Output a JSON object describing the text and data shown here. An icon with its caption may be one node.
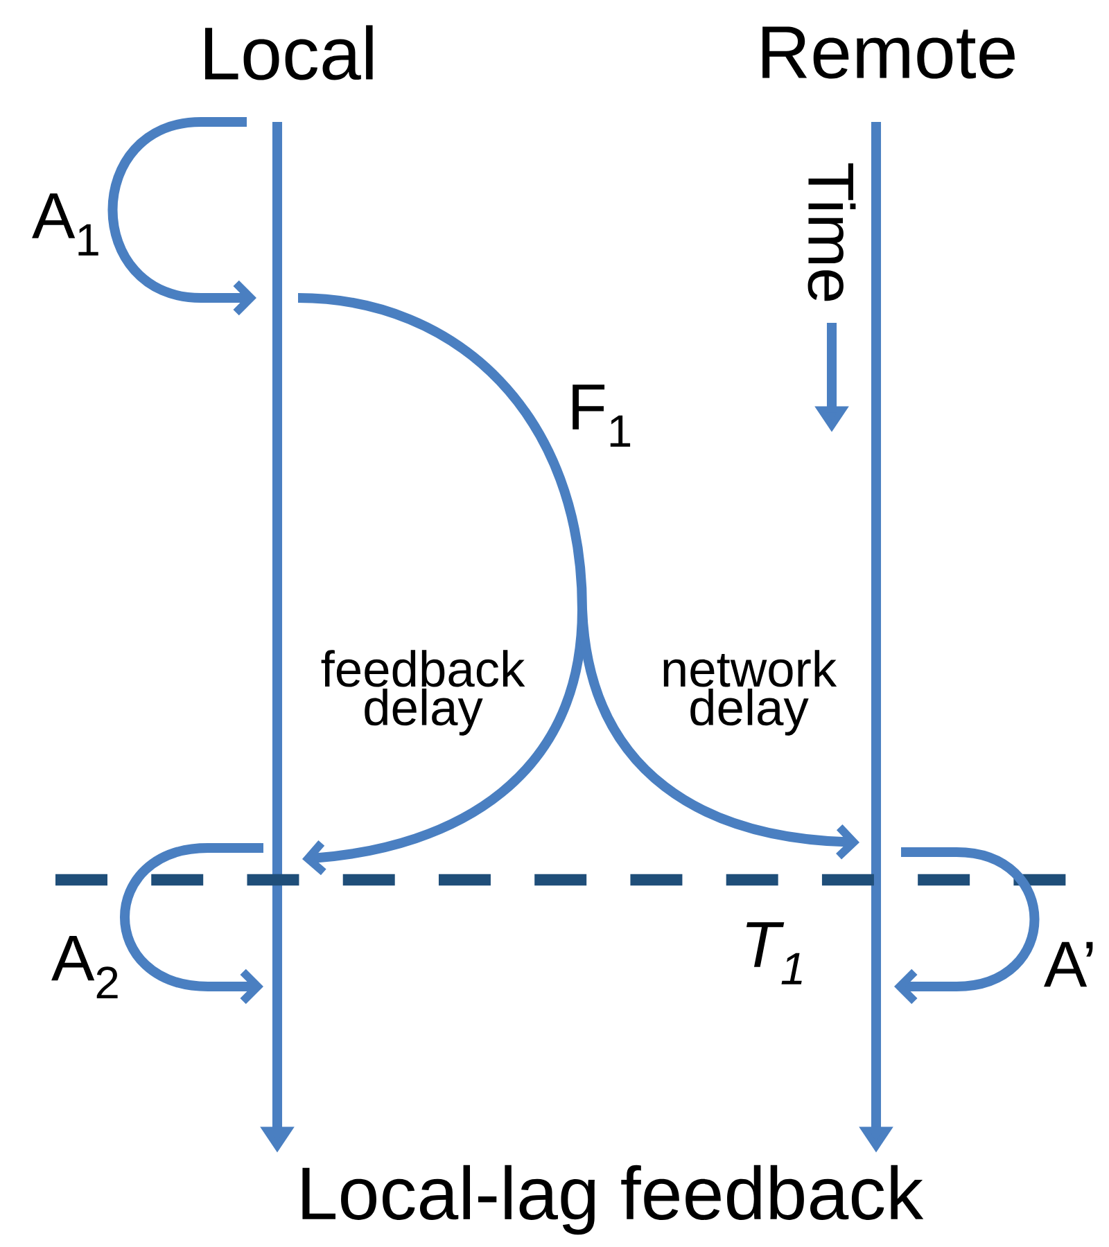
{
  "diagram": {
    "caption": "Local-lag feedback",
    "labels": [
      "Local",
      "Remote",
      "A$_{1}$",
      "Time",
      "F$_{1}$",
      "feedback delay",
      "network delay",
      "A$_{2}$",
      "T$_{1}$",
      "A’"
    ]
  }
}
